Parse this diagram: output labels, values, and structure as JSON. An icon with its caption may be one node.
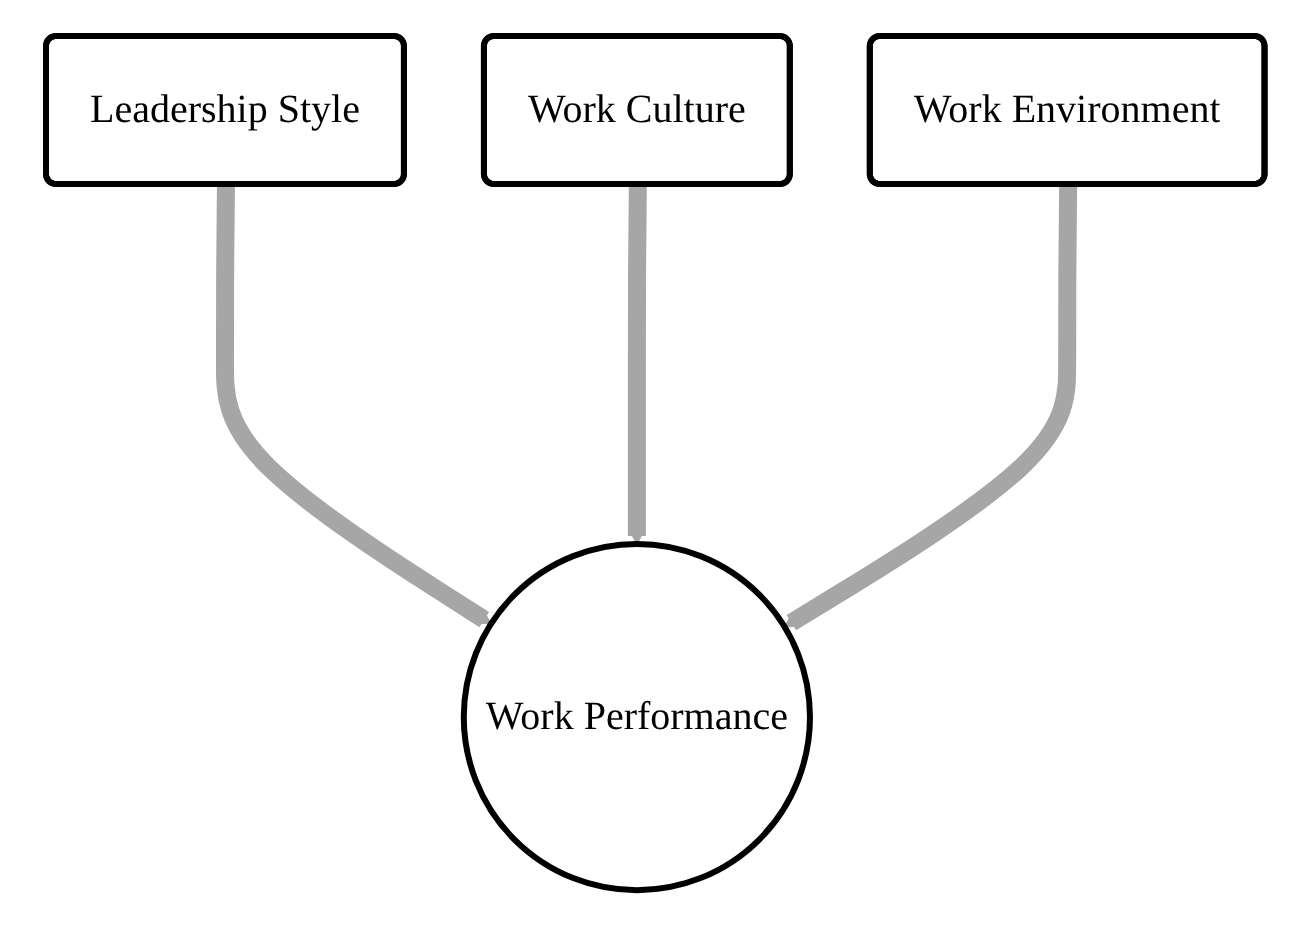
{
  "diagram": {
    "nodes": [
      {
        "text": [
          "Leadership Style"
        ]
      },
      {
        "text": [
          "Work Culture"
        ]
      },
      {
        "text": [
          "Work Environment"
        ]
      },
      {
        "text": [
          "Work Performance"
        ]
      }
    ],
    "edges": [
      {
        "from": 0,
        "to": 3,
        "arrow": "to"
      },
      {
        "from": 1,
        "to": 3,
        "arrow": "to"
      },
      {
        "from": 2,
        "to": 3,
        "arrow": "to"
      }
    ]
  }
}
